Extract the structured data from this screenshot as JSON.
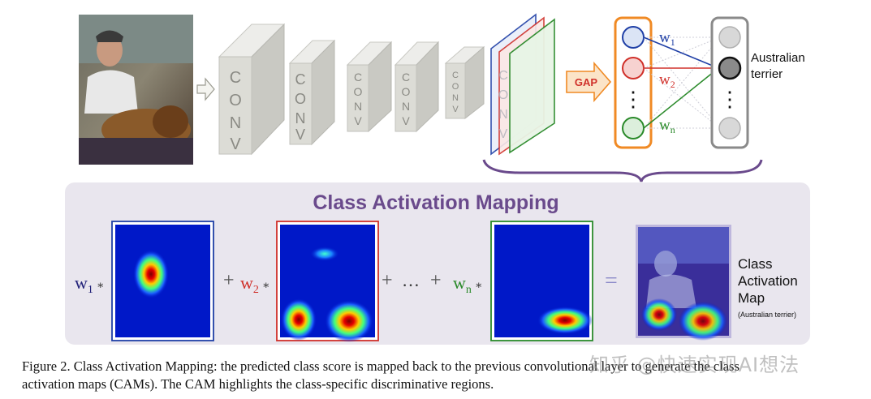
{
  "network": {
    "conv_labels": [
      "C",
      "O",
      "N",
      "V"
    ],
    "gap_label": "GAP",
    "weights": [
      "w",
      "w",
      "w"
    ],
    "weight_subscripts": [
      "1",
      "2",
      "n"
    ],
    "dots_vertical": "⋮",
    "output_class": [
      "Australian",
      "terrier"
    ]
  },
  "cam": {
    "title": "Class Activation Mapping",
    "terms": [
      {
        "w": "w",
        "sub": "1",
        "op": "∗",
        "color": "#23237a"
      },
      {
        "w": "w",
        "sub": "2",
        "op": "∗",
        "color": "#d0302a"
      },
      {
        "w": "w",
        "sub": "n",
        "op": "∗",
        "color": "#2a8a2a"
      }
    ],
    "plus": "+",
    "ellipsis": "…",
    "equals": "=",
    "result_label": [
      "Class",
      "Activation",
      "Map"
    ],
    "result_sublabel": "(Australian terrier)"
  },
  "caption": {
    "line1": "Figure 2. Class Activation Mapping: the predicted class score is mapped back to the previous convolutional layer to generate the class",
    "line2": "activation maps (CAMs). The CAM highlights the class-specific discriminative regions."
  },
  "watermark": "知乎 @快速实现AI想法",
  "colors": {
    "blue": "#1f3fa6",
    "red": "#d0302a",
    "green": "#2a8a2a",
    "orange": "#f08a24",
    "purple": "#6a4a8c",
    "panel": "#e9e6ee"
  }
}
